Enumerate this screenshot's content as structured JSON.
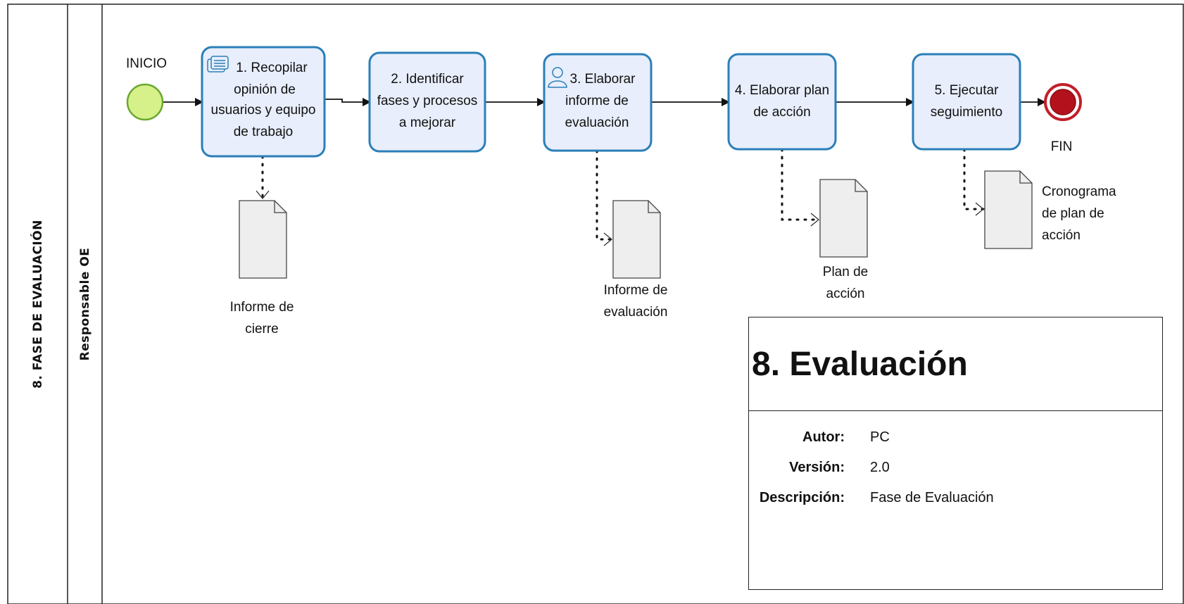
{
  "pool": {
    "title": "8. FASE DE EVALUACIÓN"
  },
  "lane": {
    "title": "Responsable OE"
  },
  "events": {
    "start": "INICIO",
    "end": "FIN"
  },
  "tasks": [
    {
      "lines": [
        "1. Recopilar",
        "opinión de",
        "usuarios y equipo",
        "de trabajo"
      ],
      "icon": "service-task-icon"
    },
    {
      "lines": [
        "2. Identificar",
        "fases y procesos",
        "a mejorar"
      ]
    },
    {
      "lines": [
        "3. Elaborar",
        "informe de",
        "evaluación"
      ],
      "icon": "user-task-icon"
    },
    {
      "lines": [
        "4. Elaborar plan",
        "de acción"
      ]
    },
    {
      "lines": [
        "5. Ejecutar",
        "seguimiento"
      ]
    }
  ],
  "documents": [
    {
      "lines": [
        "Informe de",
        "cierre"
      ]
    },
    {
      "lines": [
        "Informe de",
        "evaluación"
      ]
    },
    {
      "lines": [
        "Plan de",
        "acción"
      ]
    },
    {
      "lines": [
        "Cronograma",
        "de plan de",
        "acción"
      ]
    }
  ],
  "meta": {
    "title": "8. Evaluación",
    "rows": [
      {
        "key": "Autor:",
        "value": "PC"
      },
      {
        "key": "Versión:",
        "value": "2.0"
      },
      {
        "key": "Descripción:",
        "value": "Fase de Evaluación"
      }
    ]
  },
  "colors": {
    "task_fill": "#e8eefb",
    "task_stroke": "#2a7fb8",
    "start_fill": "#d6f08a",
    "start_stroke": "#6aa82e",
    "end_fill": "#b3121c",
    "end_stroke": "#c21e2a",
    "doc_fill": "#eeeeee",
    "doc_stroke": "#444444"
  }
}
